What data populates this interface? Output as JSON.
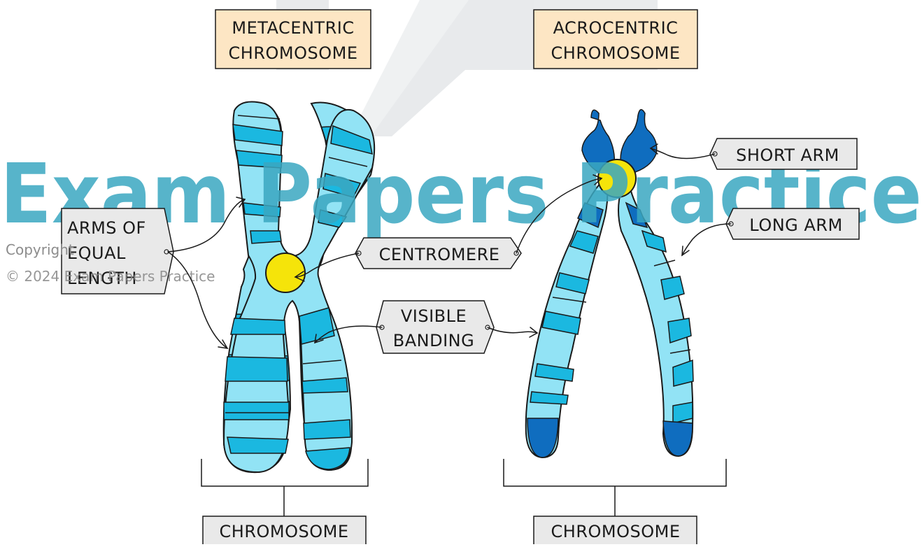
{
  "titles": {
    "metacentric_line1": "METACENTRIC",
    "metacentric_line2": "CHROMOSOME",
    "acrocentric_line1": "ACROCENTRIC",
    "acrocentric_line2": "CHROMOSOME"
  },
  "labels": {
    "arms_line1": "ARMS OF",
    "arms_line2": "EQUAL",
    "arms_line3": "LENGTH",
    "centromere": "CENTROMERE",
    "banding_line1": "VISIBLE",
    "banding_line2": "BANDING",
    "short_arm": "SHORT  ARM",
    "long_arm": "LONG  ARM",
    "chromosome_left": "CHROMOSOME",
    "chromosome_right": "CHROMOSOME"
  },
  "watermark": {
    "brand": "Exam Papers Practice",
    "copyright_line1": "Copyright",
    "copyright_line2": "© 2024 Exam Papers Practice"
  },
  "colors": {
    "title_box": "#fde6c4",
    "label_box": "#e9e9e9",
    "light_band": "#92e3f5",
    "mid_band": "#1bb8e0",
    "dark_band": "#1aa0cf",
    "acro_dark": "#0f6dbf",
    "centromere": "#f5e40a",
    "watermark": "#3aa7c1"
  }
}
